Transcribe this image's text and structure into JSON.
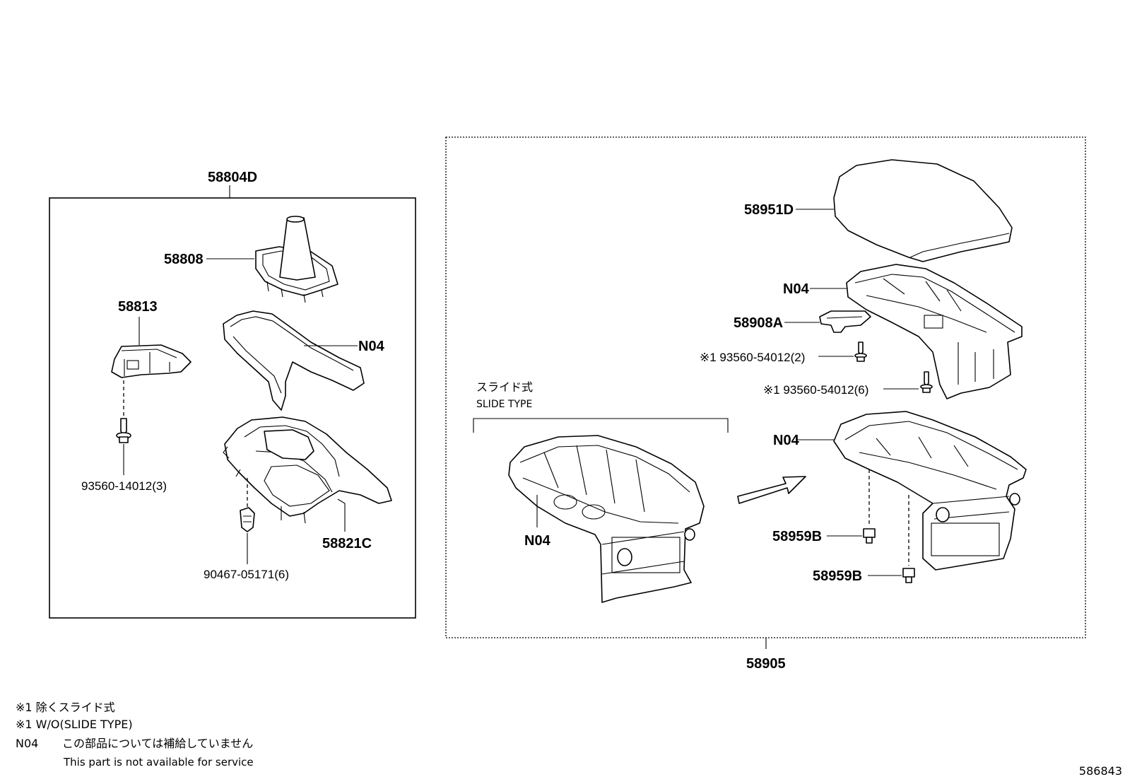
{
  "parts": {
    "p58804D": "58804D",
    "p58808": "58808",
    "p58813": "58813",
    "n04_left": "N04",
    "p93560_14012": "93560-14012(3)",
    "p90467_05171": "90467-05171(6)",
    "p58821C": "58821C",
    "p58951D": "58951D",
    "n04_upper": "N04",
    "p58908A": "58908A",
    "p93560_54012_2": "※1 93560-54012(2)",
    "p93560_54012_6": "※1 93560-54012(6)",
    "n04_lower": "N04",
    "p58959B_a": "58959B",
    "p58959B_b": "58959B",
    "n04_slide": "N04",
    "p58905": "58905"
  },
  "slide_type": {
    "jp": "スライド式",
    "en": "SLIDE TYPE"
  },
  "notes": {
    "line1": "※1  除くスライド式",
    "line2": "※1  W/O(SLIDE   TYPE)",
    "line3_code": "N04",
    "line3_jp": "この部品については補給していません",
    "line4": "This part is not available for service"
  },
  "figure_id": "586843"
}
